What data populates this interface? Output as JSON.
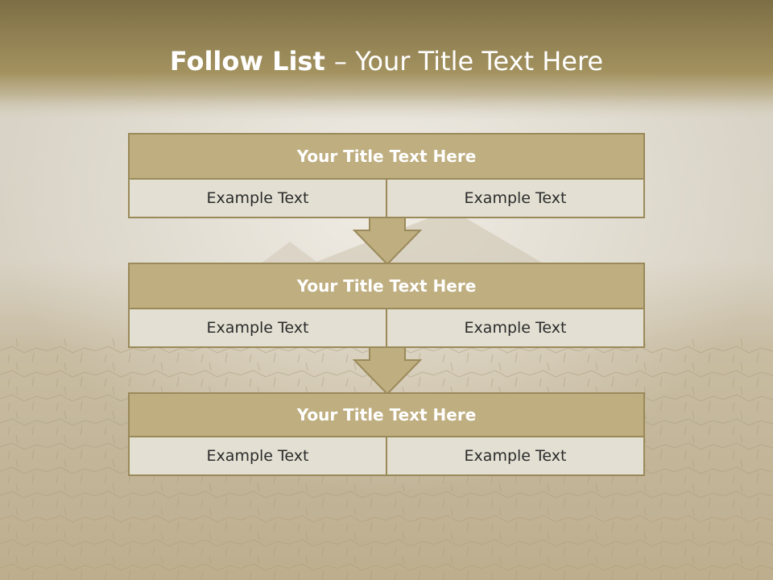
{
  "title": {
    "bold_part": "Follow List ",
    "separator": " – ",
    "rest": "Your Title Text Here"
  },
  "steps": [
    {
      "title": "Your Title Text Here",
      "left": "Example Text",
      "right": "Example Text"
    },
    {
      "title": "Your Title Text Here",
      "left": "Example Text",
      "right": "Example Text"
    },
    {
      "title": "Your Title Text Here",
      "left": "Example Text",
      "right": "Example Text"
    }
  ],
  "colors": {
    "header_band": "#8a7a4c",
    "box_title_fill": "#bfae80",
    "box_cell_fill": "#e3e0d3",
    "border": "#9a8a5a"
  }
}
